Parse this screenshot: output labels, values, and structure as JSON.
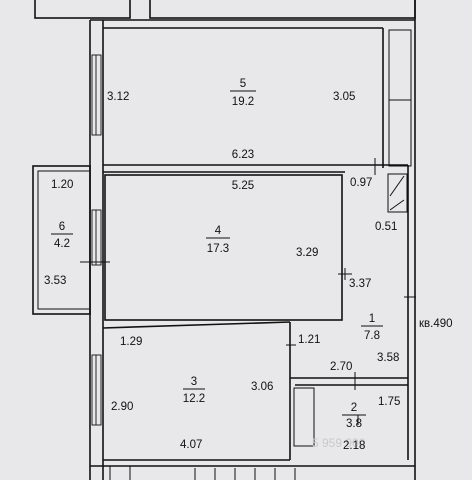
{
  "rooms": [
    {
      "number": "5",
      "area": "19.2"
    },
    {
      "number": "4",
      "area": "17.3"
    },
    {
      "number": "6",
      "area": "4.2"
    },
    {
      "number": "1",
      "area": "7.8"
    },
    {
      "number": "3",
      "area": "12.2"
    },
    {
      "number": "2",
      "area": "3.8"
    }
  ],
  "dimensions": {
    "room5_left": "3.12",
    "room5_right": "3.05",
    "room5_bottom": "6.23",
    "room4_top": "5.25",
    "room4_right": "3.29",
    "closet_top": "0.97",
    "closet_bottom": "0.51",
    "hall_right": "3.37",
    "hall_lower": "3.58",
    "hall_bottom": "2.70",
    "hall_stub": "1.21",
    "balcony_top": "1.20",
    "balcony_left": "3.53",
    "room3_top": "1.29",
    "room3_left": "2.90",
    "room3_right": "3.06",
    "room3_bottom": "4.07",
    "bath_right": "1.75",
    "bath_bottom": "2.18"
  },
  "apartment_label": "кв.490",
  "watermark": "5 959 900"
}
